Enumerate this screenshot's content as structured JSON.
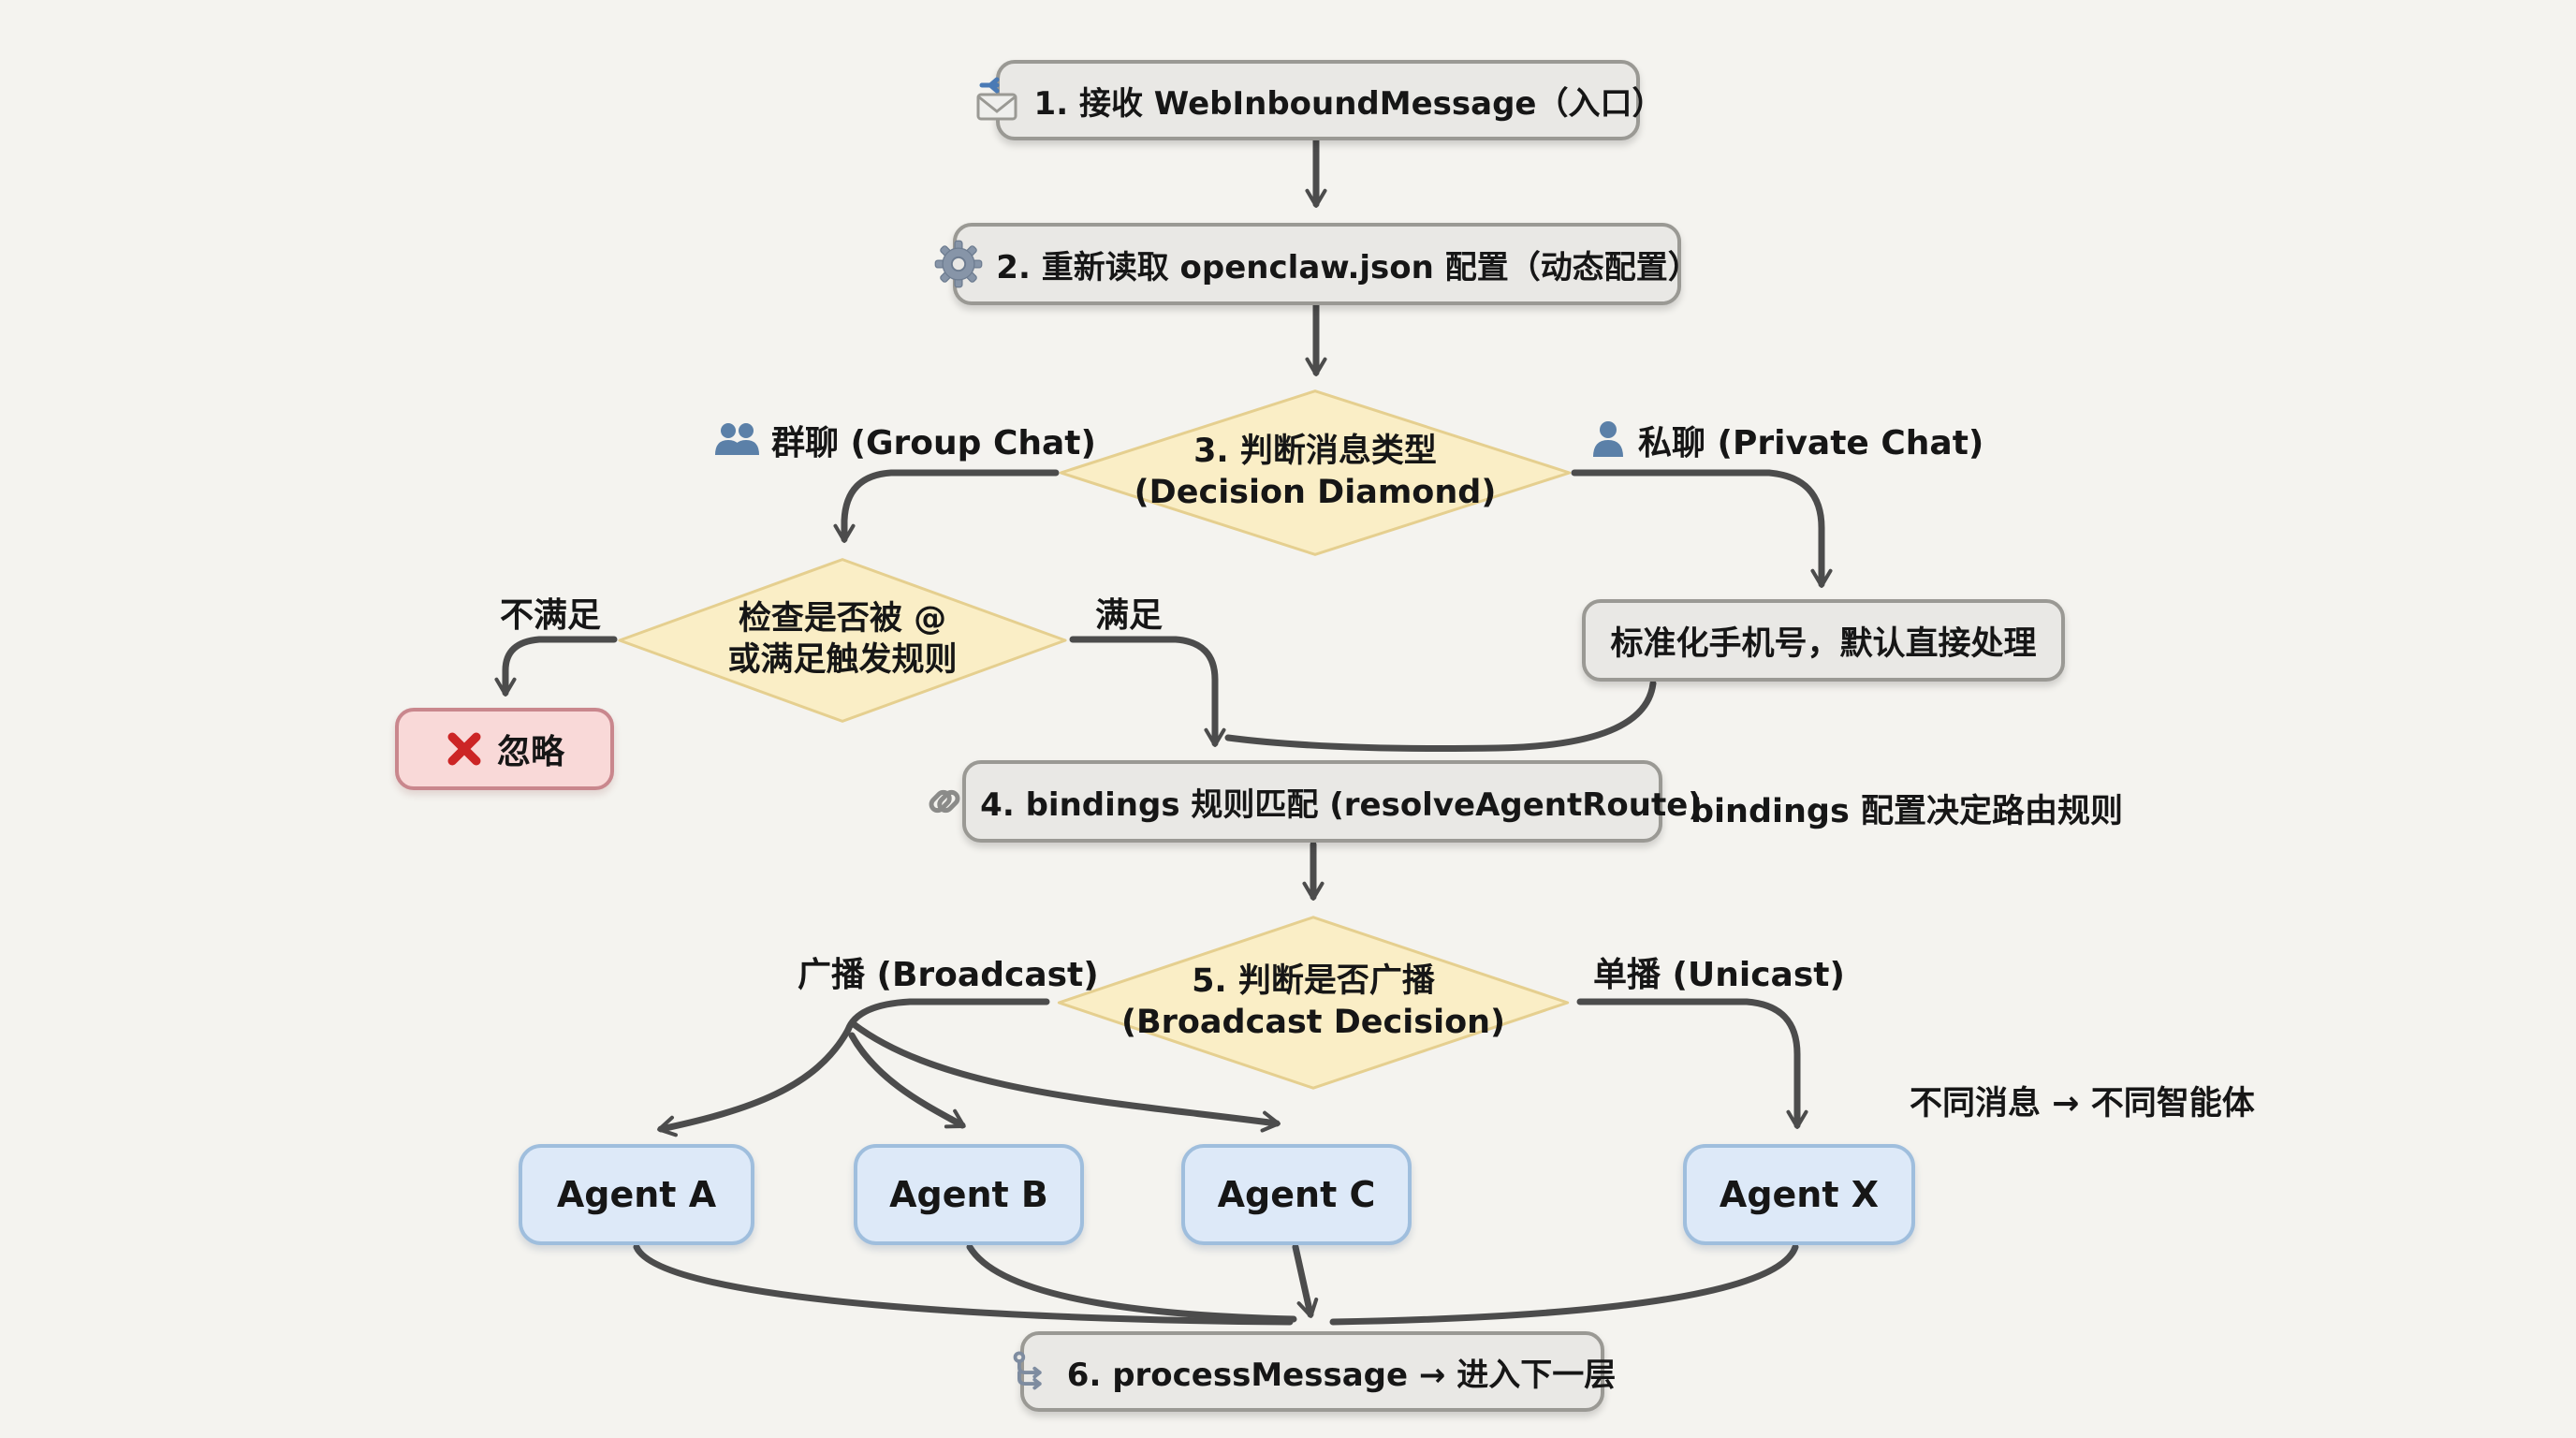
{
  "colors": {
    "background": "#f4f3ef",
    "arrow": "#4c4c4c",
    "process_fill": "#e9e8e5",
    "process_border": "#9a9994",
    "decision_fill": "#faeec6",
    "decision_border": "#e5cf8f",
    "agent_fill": "#dde9f8",
    "agent_border": "#9fbedd",
    "danger_fill": "#f9d9d8",
    "danger_border": "#c9878d",
    "icon_blue": "#5b80a8",
    "icon_red": "#cc2525"
  },
  "nodes": {
    "step1": {
      "label": "1. 接收 WebInboundMessage（入口）",
      "icon": "inbox-envelope-icon"
    },
    "step2": {
      "label": "2. 重新读取 openclaw.json 配置（动态配置）",
      "icon": "gear-icon"
    },
    "decision3": {
      "line1": "3. 判断消息类型",
      "line2": "(Decision Diamond)"
    },
    "check_trigger": {
      "line1": "检查是否被 @",
      "line2": "或满足触发规则"
    },
    "ignore": {
      "label": "忽略",
      "icon": "red-x-icon"
    },
    "normalize": {
      "label": "标准化手机号，默认直接处理"
    },
    "step4": {
      "label": "4. bindings 规则匹配 (resolveAgentRoute)",
      "icon": "link-icon"
    },
    "decision5": {
      "line1": "5. 判断是否广播",
      "line2": "(Broadcast Decision)"
    },
    "agent_a": {
      "label": "Agent A"
    },
    "agent_b": {
      "label": "Agent B"
    },
    "agent_c": {
      "label": "Agent C"
    },
    "agent_x": {
      "label": "Agent X"
    },
    "step6": {
      "label": "6. processMessage → 进入下一层",
      "icon": "flow-route-icon"
    }
  },
  "edge_labels": {
    "group_chat": "群聊 (Group Chat)",
    "private_chat": "私聊 (Private Chat)",
    "not_satisfied": "不满足",
    "satisfied": "满足",
    "broadcast": "广播 (Broadcast)",
    "unicast": "单播 (Unicast)"
  },
  "annotations": {
    "bindings_note": "bindings 配置决定路由规则",
    "agents_note": "不同消息 → 不同智能体"
  }
}
